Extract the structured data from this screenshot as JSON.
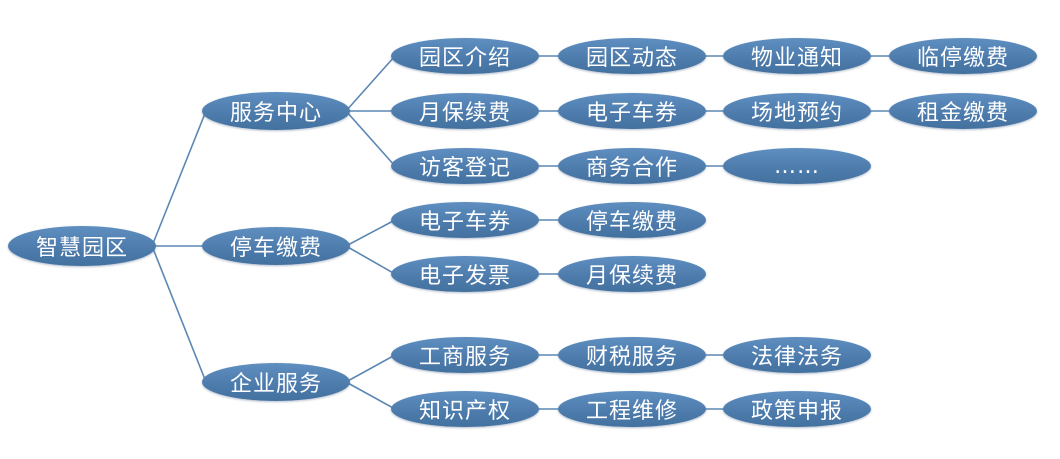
{
  "diagram": {
    "colors": {
      "node_fill": "#4f7eb0",
      "node_text": "#ffffff",
      "connector": "#5b87b4",
      "background": "#ffffff"
    },
    "root": {
      "label": "智慧园区"
    },
    "branches": [
      {
        "label": "服务中心",
        "rows": [
          [
            "园区介绍",
            "园区动态",
            "物业通知",
            "临停缴费"
          ],
          [
            "月保续费",
            "电子车券",
            "场地预约",
            "租金缴费"
          ],
          [
            "访客登记",
            "商务合作",
            "……"
          ]
        ]
      },
      {
        "label": "停车缴费",
        "rows": [
          [
            "电子车券",
            "停车缴费"
          ],
          [
            "电子发票",
            "月保续费"
          ]
        ]
      },
      {
        "label": "企业服务",
        "rows": [
          [
            "工商服务",
            "财税服务",
            "法律法务"
          ],
          [
            "知识产权",
            "工程维修",
            "政策申报"
          ]
        ]
      }
    ]
  }
}
